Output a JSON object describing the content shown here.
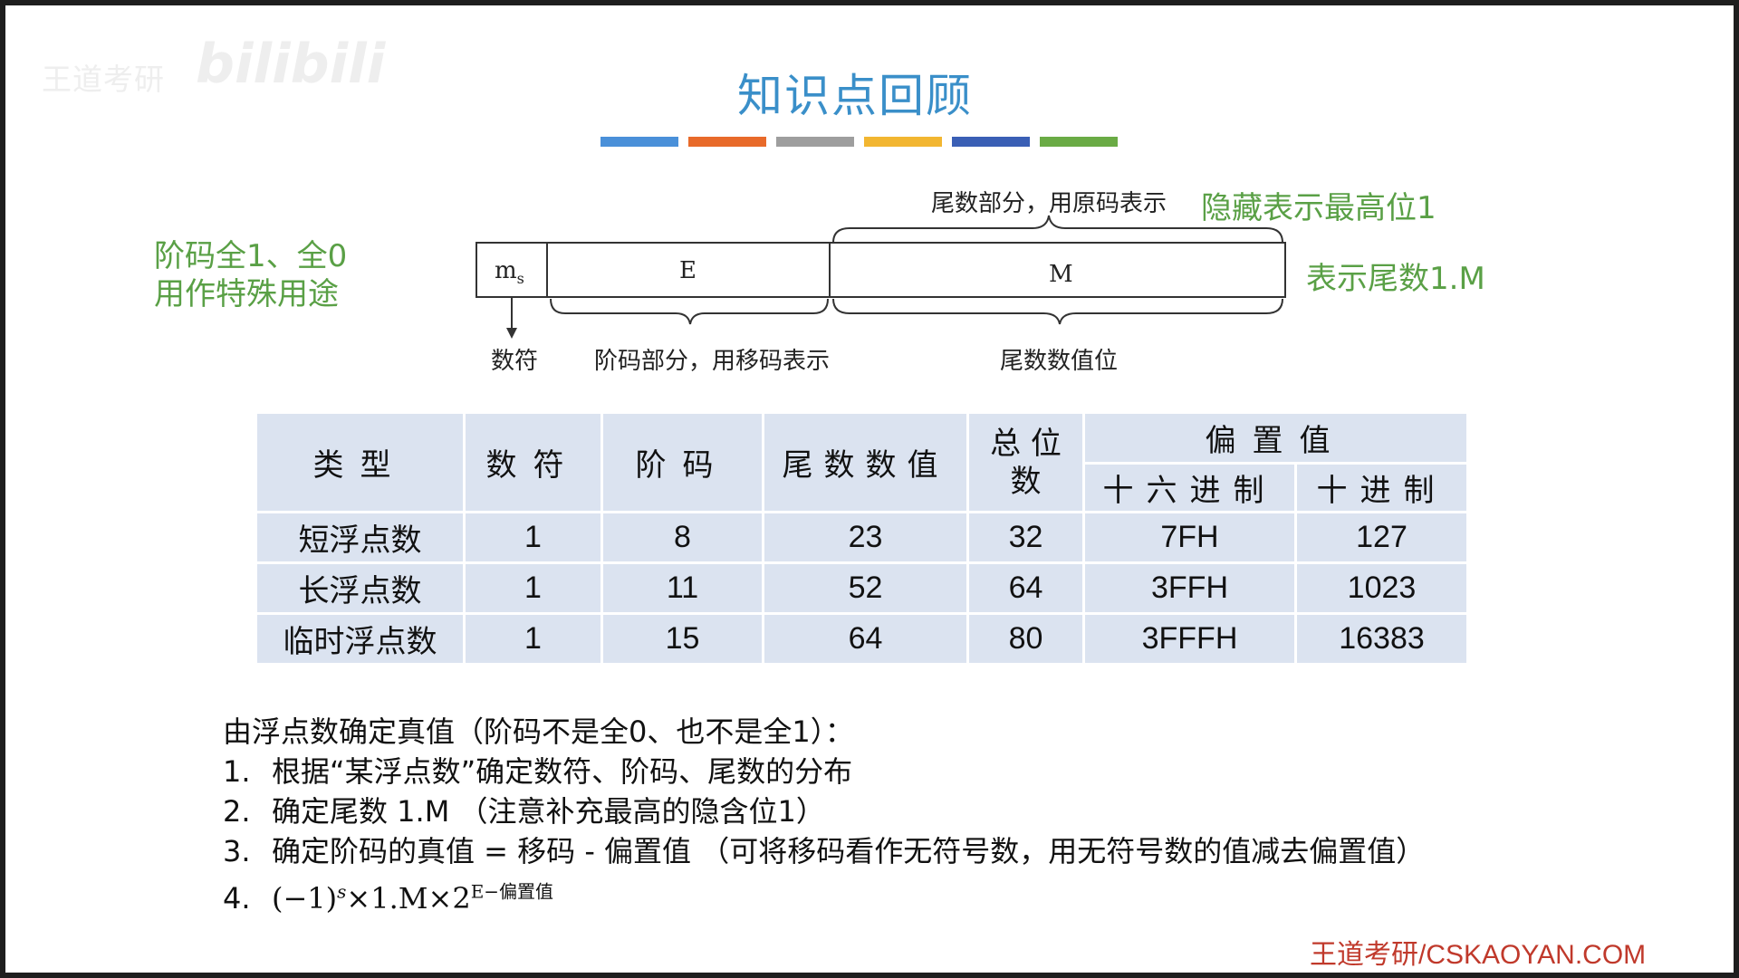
{
  "watermark": {
    "text": "王道考研",
    "logo": "bilibili"
  },
  "title": "知识点回顾",
  "title_bar_colors": [
    "#4a90d9",
    "#e86a2a",
    "#9e9e9e",
    "#f2b631",
    "#3a5fb5",
    "#6aab45"
  ],
  "notes": {
    "exponent_special": "阶码全1、全0\n用作特殊用途",
    "hidden_bit": "隐藏表示最高位1",
    "mantissa_form": "表示尾数1.M"
  },
  "diagram": {
    "field_sign": "m",
    "field_sign_sub": "s",
    "field_exp": "E",
    "field_mantissa": "M",
    "top_label": "尾数部分，用原码表示",
    "label_sign": "数符",
    "label_exp": "阶码部分，用移码表示",
    "label_mantissa": "尾数数值位"
  },
  "table": {
    "headers": {
      "type": "类型",
      "sign": "数符",
      "exp": "阶码",
      "mantissa": "尾数数值",
      "total_line1": "总 位",
      "total_line2": "数",
      "bias": "偏置值",
      "hex": "十六进制",
      "dec": "十进制"
    },
    "rows": [
      {
        "type": "短浮点数",
        "sign": "1",
        "exp": "8",
        "mantissa": "23",
        "total": "32",
        "hex": "7FH",
        "dec": "127"
      },
      {
        "type": "长浮点数",
        "sign": "1",
        "exp": "11",
        "mantissa": "52",
        "total": "64",
        "hex": "3FFH",
        "dec": "1023"
      },
      {
        "type": "临时浮点数",
        "sign": "1",
        "exp": "15",
        "mantissa": "64",
        "total": "80",
        "hex": "3FFFH",
        "dec": "16383"
      }
    ]
  },
  "steps": {
    "intro": "由浮点数确定真值（阶码不是全0、也不是全1）：",
    "items": [
      {
        "num": "1.",
        "text": "根据“某浮点数”确定数符、阶码、尾数的分布"
      },
      {
        "num": "2.",
        "text": "确定尾数 1.M （注意补充最高的隐含位1）"
      },
      {
        "num": "3.",
        "text": "确定阶码的真值 = 移码 - 偏置值 （可将移码看作无符号数，用无符号数的值减去偏置值）"
      }
    ],
    "formula_num": "4.",
    "formula_base": "(−1)",
    "formula_s": "s",
    "formula_mid": "×1.M×2",
    "formula_exp": "E−偏置值"
  },
  "footer": "王道考研/CSKAOYAN.COM"
}
